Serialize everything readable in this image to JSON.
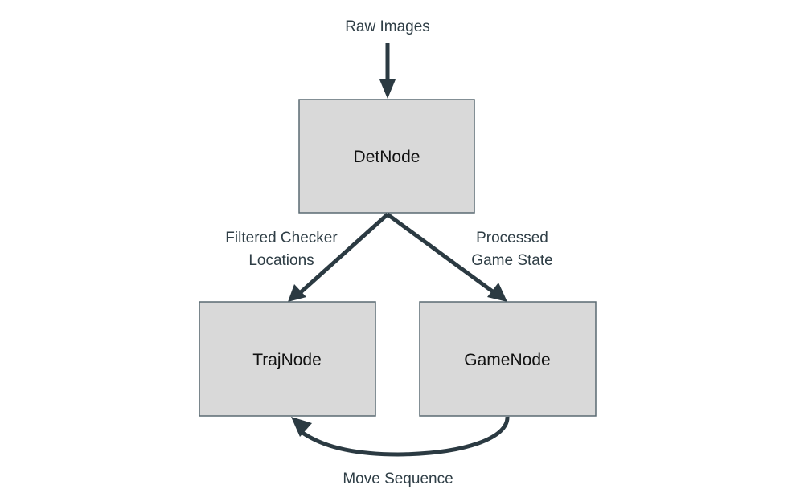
{
  "diagram": {
    "nodes": [
      {
        "id": "det",
        "label": "DetNode"
      },
      {
        "id": "traj",
        "label": "TrajNode"
      },
      {
        "id": "game",
        "label": "GameNode"
      }
    ],
    "edges": [
      {
        "from": "input",
        "to": "det",
        "label": "Raw Images"
      },
      {
        "from": "det",
        "to": "traj",
        "label_lines": [
          "Filtered Checker",
          "Locations"
        ]
      },
      {
        "from": "det",
        "to": "game",
        "label_lines": [
          "Processed",
          "Game State"
        ]
      },
      {
        "from": "game",
        "to": "traj",
        "label": "Move Sequence"
      }
    ],
    "colors": {
      "node_fill": "#d9d9d9",
      "node_stroke": "#5a6a72",
      "arrow": "#2b3a42",
      "edge_text": "#2f3e46"
    }
  }
}
